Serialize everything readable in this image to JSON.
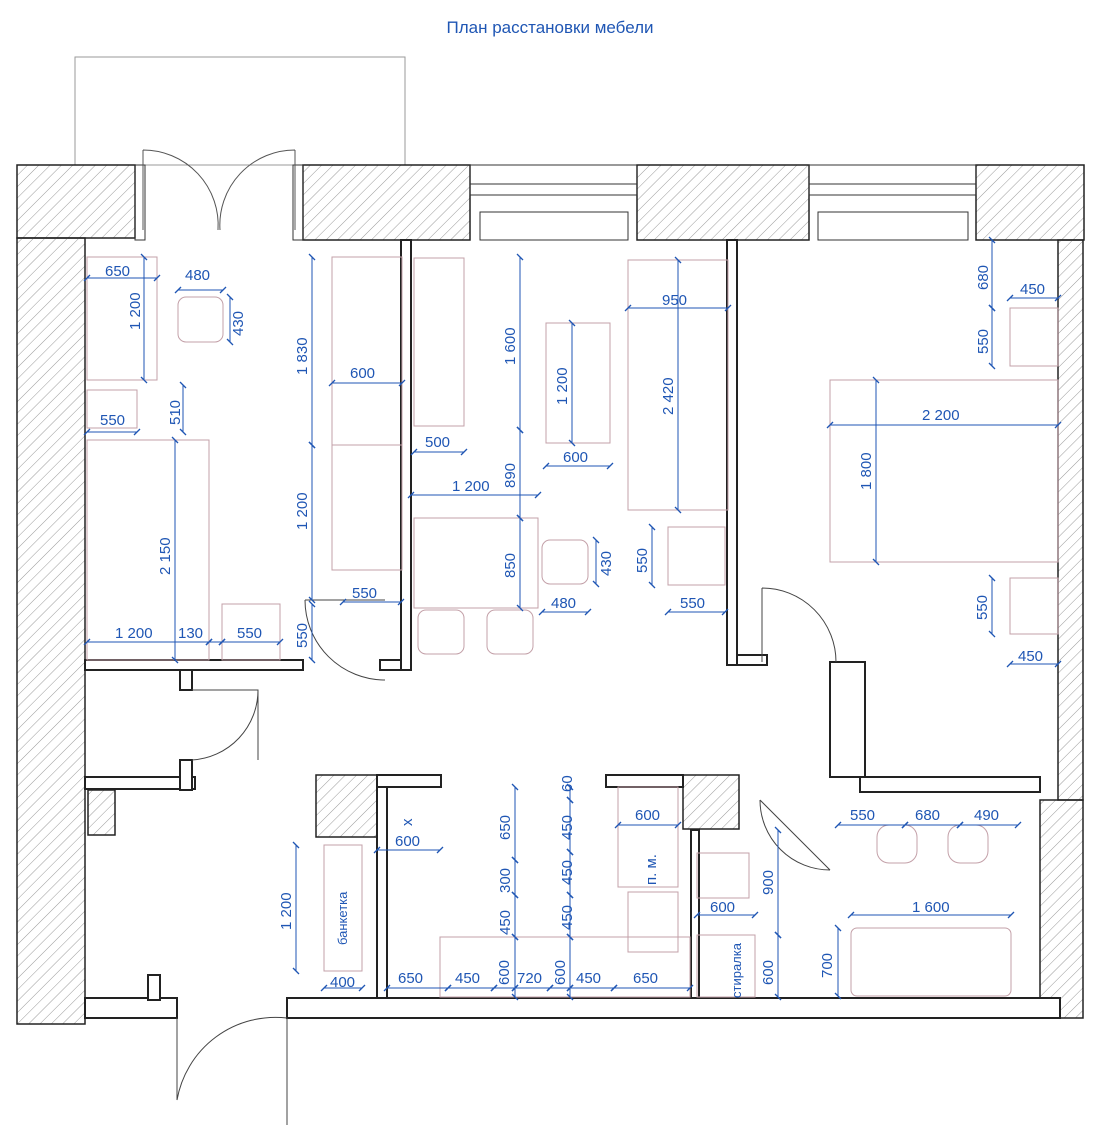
{
  "title": "План расстановки мебели",
  "dimensions": [
    {
      "id": "d-650-desk",
      "text": "650"
    },
    {
      "id": "d-480-chair",
      "text": "480"
    },
    {
      "id": "d-1200-desk",
      "text": "1 200"
    },
    {
      "id": "d-430-chair",
      "text": "430"
    },
    {
      "id": "d-550-nightstand",
      "text": "550"
    },
    {
      "id": "d-510",
      "text": "510"
    },
    {
      "id": "d-2150-bed",
      "text": "2 150"
    },
    {
      "id": "d-1200-bed",
      "text": "1 200"
    },
    {
      "id": "d-130",
      "text": "130"
    },
    {
      "id": "d-550-bedside",
      "text": "550"
    },
    {
      "id": "d-550-vert",
      "text": "550"
    },
    {
      "id": "d-550-door",
      "text": "550"
    },
    {
      "id": "d-1830",
      "text": "1 830"
    },
    {
      "id": "d-600-wardrobe",
      "text": "600"
    },
    {
      "id": "d-1200-wardrobe",
      "text": "1 200"
    },
    {
      "id": "d-1600",
      "text": "1 600"
    },
    {
      "id": "d-500",
      "text": "500"
    },
    {
      "id": "d-1200-table",
      "text": "1 200"
    },
    {
      "id": "d-600-table",
      "text": "600"
    },
    {
      "id": "d-950",
      "text": "950"
    },
    {
      "id": "d-2420",
      "text": "2 420"
    },
    {
      "id": "d-890",
      "text": "890"
    },
    {
      "id": "d-1200-dining",
      "text": "1 200"
    },
    {
      "id": "d-850",
      "text": "850"
    },
    {
      "id": "d-430-dchair",
      "text": "430"
    },
    {
      "id": "d-480-dchair",
      "text": "480"
    },
    {
      "id": "d-550-ottoman-v",
      "text": "550"
    },
    {
      "id": "d-550-ottoman-h",
      "text": "550"
    },
    {
      "id": "d-680",
      "text": "680"
    },
    {
      "id": "d-450-tbl",
      "text": "450"
    },
    {
      "id": "d-550-tbl",
      "text": "550"
    },
    {
      "id": "d-2200",
      "text": "2 200"
    },
    {
      "id": "d-1800",
      "text": "1 800"
    },
    {
      "id": "d-550-ns",
      "text": "550"
    },
    {
      "id": "d-450-ns",
      "text": "450"
    },
    {
      "id": "d-1200-hall",
      "text": "1 200"
    },
    {
      "id": "d-400",
      "text": "400"
    },
    {
      "id": "d-600-x",
      "text": "600"
    },
    {
      "id": "d-650-k1",
      "text": "650"
    },
    {
      "id": "d-300",
      "text": "300"
    },
    {
      "id": "d-450-k1",
      "text": "450"
    },
    {
      "id": "d-450-k2",
      "text": "450"
    },
    {
      "id": "d-600-k1",
      "text": "600"
    },
    {
      "id": "d-720",
      "text": "720"
    },
    {
      "id": "d-600-k2",
      "text": "600"
    },
    {
      "id": "d-450-k3",
      "text": "450"
    },
    {
      "id": "d-650-k2",
      "text": "650"
    },
    {
      "id": "d-60",
      "text": "60"
    },
    {
      "id": "d-450-k4",
      "text": "450"
    },
    {
      "id": "d-450-k5",
      "text": "450"
    },
    {
      "id": "d-450-k6",
      "text": "450"
    },
    {
      "id": "d-600-fridge",
      "text": "600"
    },
    {
      "id": "d-600-sink",
      "text": "600"
    },
    {
      "id": "d-900",
      "text": "900"
    },
    {
      "id": "d-600-wm",
      "text": "600"
    },
    {
      "id": "d-550-b",
      "text": "550"
    },
    {
      "id": "d-680-b",
      "text": "680"
    },
    {
      "id": "d-490",
      "text": "490"
    },
    {
      "id": "d-1600-bath",
      "text": "1 600"
    },
    {
      "id": "d-700",
      "text": "700"
    }
  ],
  "labels": {
    "bench": "банкетка",
    "washer": "стиралка",
    "pm": "п. м.",
    "x": "х"
  }
}
